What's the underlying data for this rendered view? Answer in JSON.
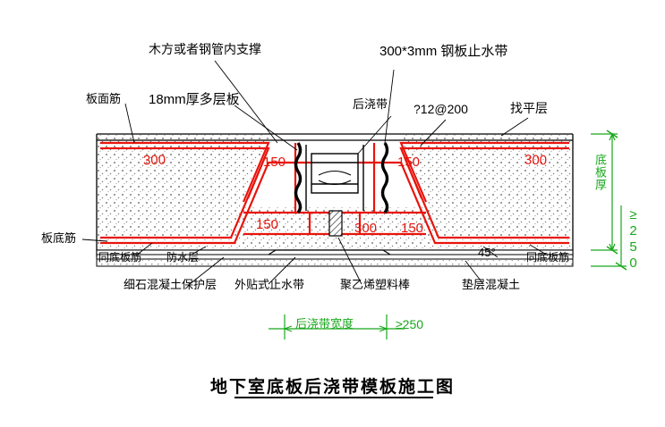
{
  "figure": {
    "title": "地下室底板后浇带模板施工图",
    "background": "#ffffff",
    "colors": {
      "line": "#000000",
      "rebar_red": "#e8140c",
      "dimension_green": "#17a81a",
      "hatch_gray": "#9a9a9a",
      "concrete_fill": "#f2f2f2"
    }
  },
  "callouts": {
    "top": [
      {
        "name": "timber-or-steel-support",
        "text": "木方或者钢管内支撑"
      },
      {
        "name": "waterstop-plate",
        "text": "300*3mm 钢板止水带"
      },
      {
        "name": "plywood-18mm",
        "text": "18mm厚多层板"
      },
      {
        "name": "post-cast-strip",
        "text": "后浇带"
      },
      {
        "name": "rebar-spec",
        "text": "?12@200"
      },
      {
        "name": "leveling-layer",
        "text": "找平层"
      },
      {
        "name": "slab-top-rebar",
        "text": "板面筋"
      }
    ],
    "bottom": [
      {
        "name": "slab-bottom-rebar",
        "text": "板底筋"
      },
      {
        "name": "same-bottom-rebar-left",
        "text": "同底板筋"
      },
      {
        "name": "waterproof-layer",
        "text": "防水层"
      },
      {
        "name": "fine-aggregate-protection",
        "text": "细石混凝土保护层"
      },
      {
        "name": "external-waterstop",
        "text": "外贴式止水带"
      },
      {
        "name": "polyethylene-rod",
        "text": "聚乙烯塑料棒"
      },
      {
        "name": "cushion-concrete",
        "text": "垫层混凝土"
      },
      {
        "name": "same-bottom-rebar-right",
        "text": "同底板筋"
      },
      {
        "name": "angle-45",
        "text": "45°"
      }
    ]
  },
  "dimensions": {
    "red": [
      {
        "name": "dim-300-left",
        "text": "300"
      },
      {
        "name": "dim-150-upper-left",
        "text": "150"
      },
      {
        "name": "dim-150-upper-right",
        "text": "150"
      },
      {
        "name": "dim-300-right",
        "text": "300"
      },
      {
        "name": "dim-150-lower-left",
        "text": "150"
      },
      {
        "name": "dim-300-lower-center",
        "text": "300"
      },
      {
        "name": "dim-150-lower-right",
        "text": "150"
      }
    ],
    "green": [
      {
        "name": "slab-thickness-label",
        "text": "底板厚"
      },
      {
        "name": "width-min-250-vertical",
        "text": "≥250"
      },
      {
        "name": "post-cast-strip-width-label",
        "text": "后浇带宽度"
      },
      {
        "name": "post-cast-strip-width-value",
        "text": "≥250"
      }
    ]
  }
}
